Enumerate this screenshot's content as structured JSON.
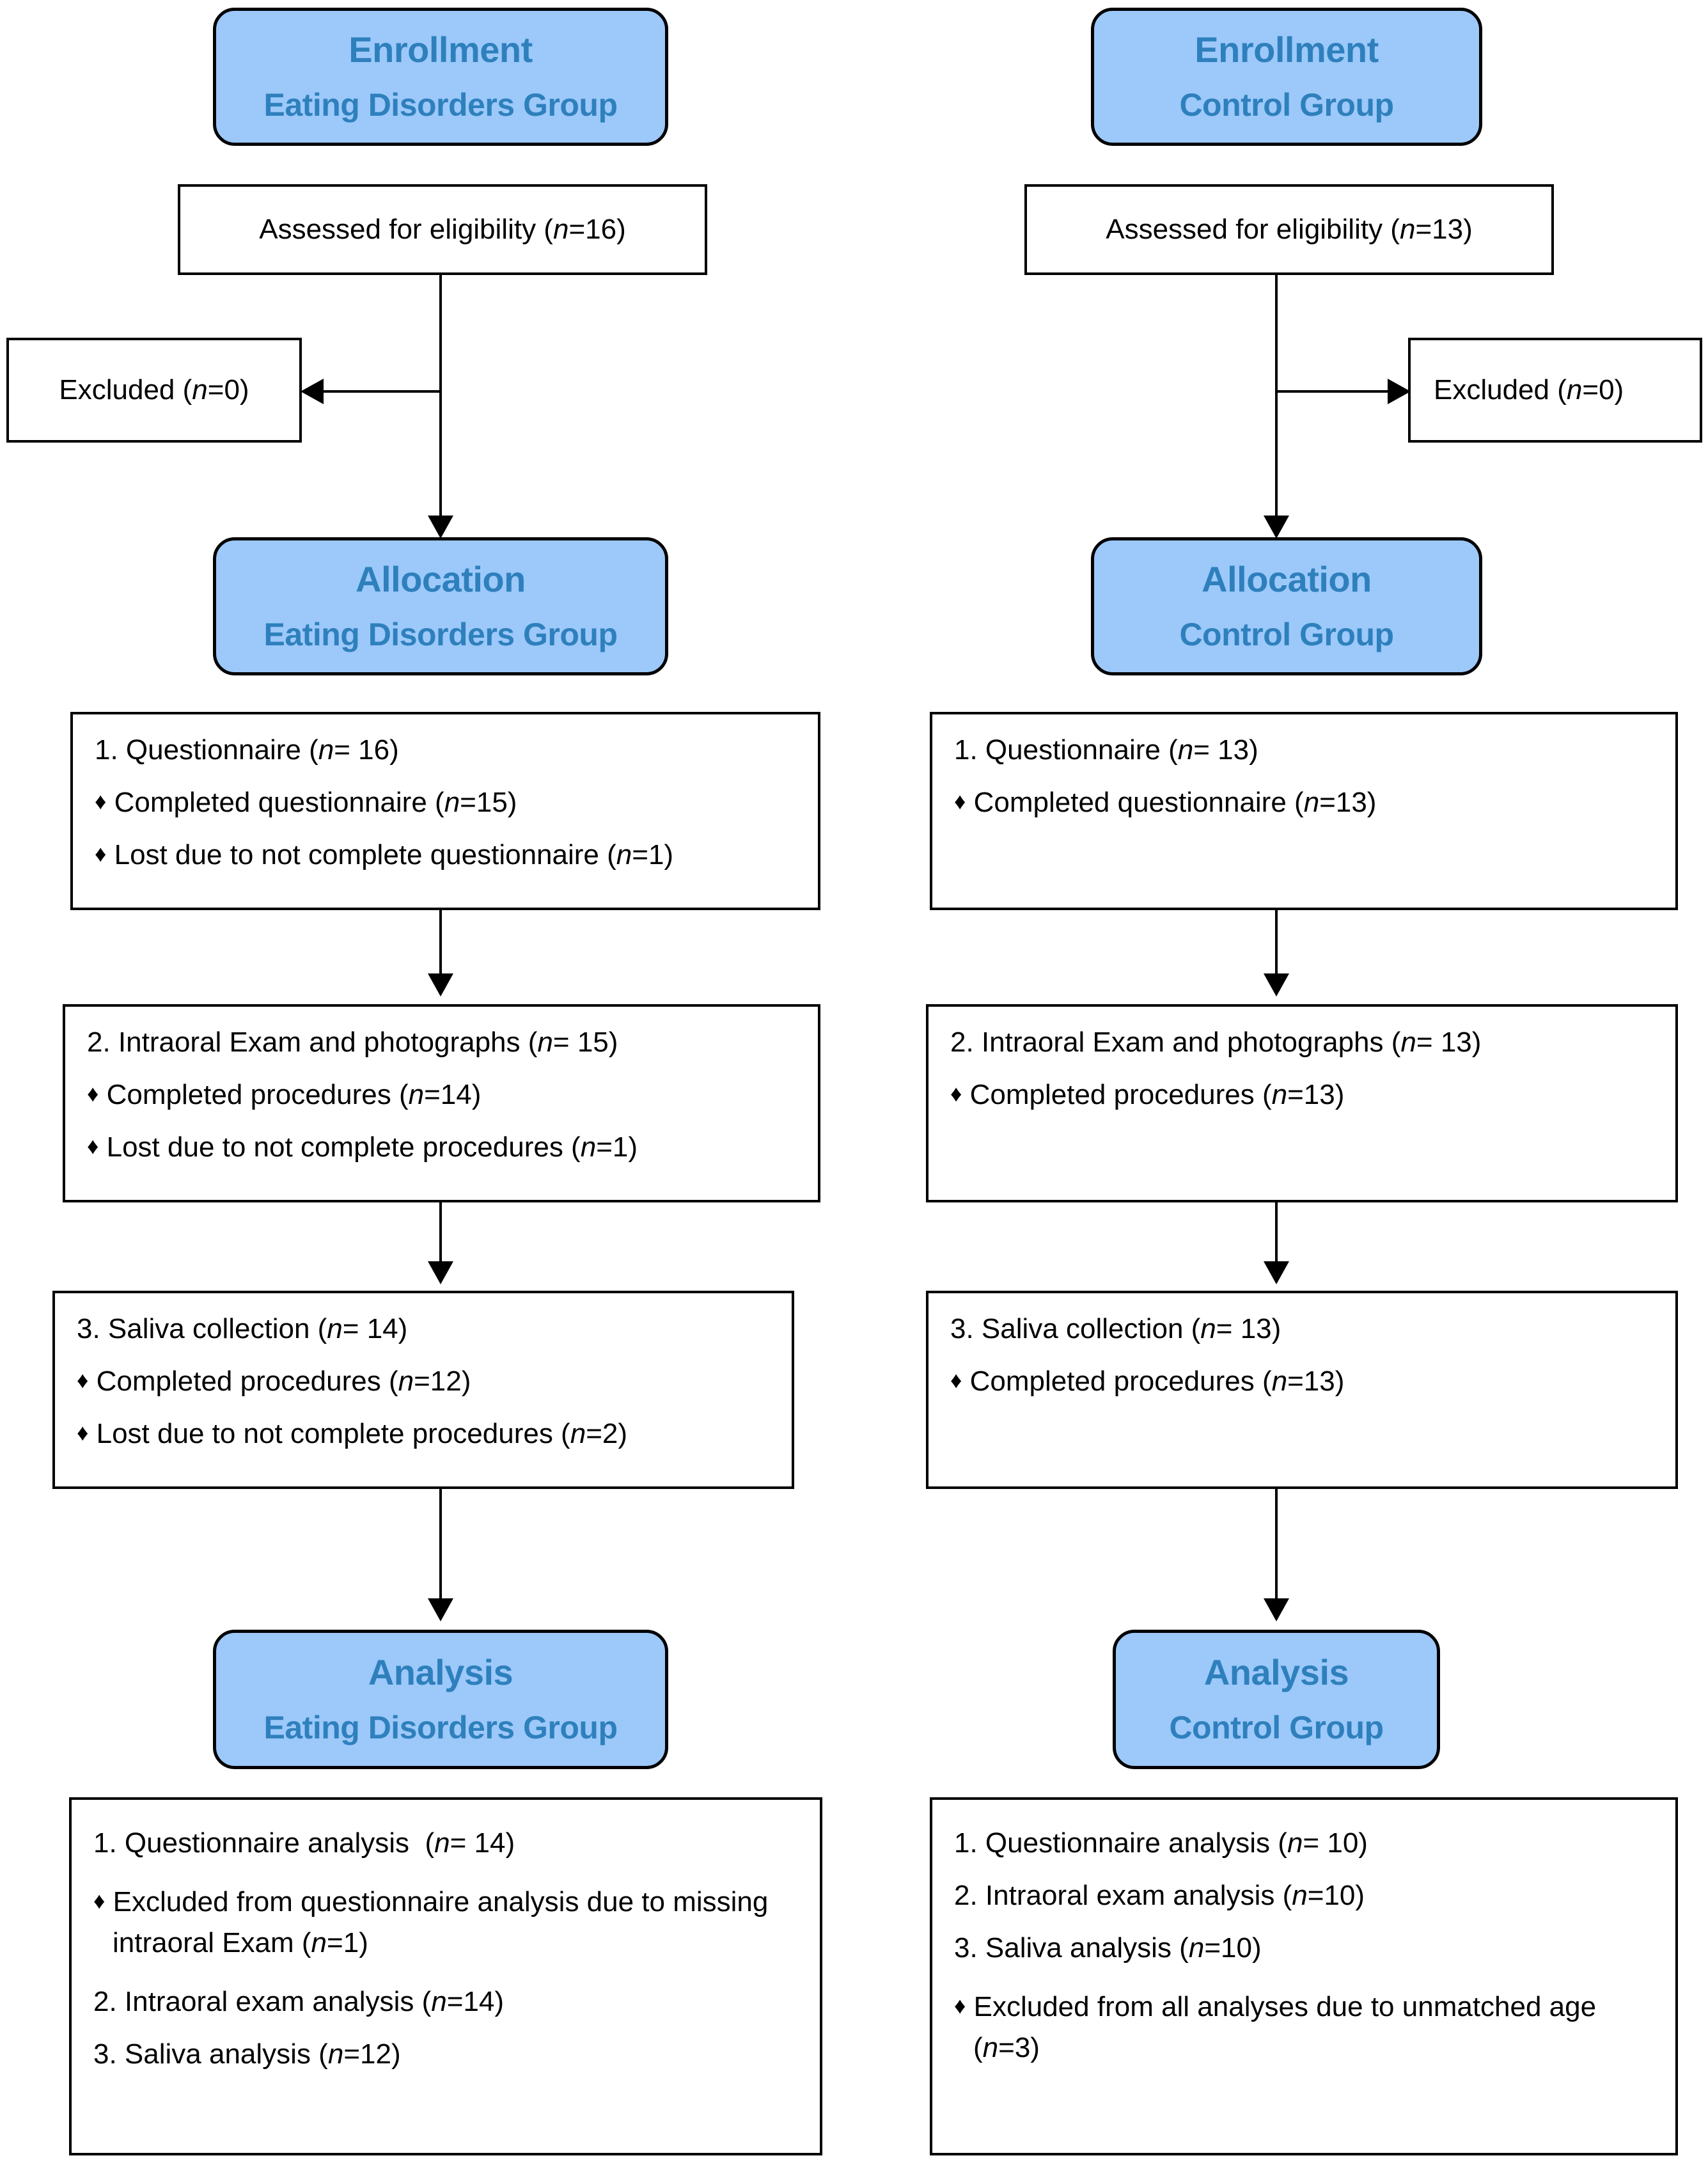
{
  "diagram": {
    "title": "CONSORT participant flow diagram",
    "colors": {
      "stage_fill": "#9CC8FA",
      "stage_text": "#2E80BC",
      "border": "#000000",
      "body_text": "#000000",
      "background": "#FFFFFF"
    },
    "bullet_glyph": "♦"
  },
  "left_column": {
    "group_name": "Eating Disorders Group",
    "enrollment": {
      "stage": "Enrollment",
      "group": "Eating Disorders Group"
    },
    "assessed": {
      "text": "Assessed for eligibility (",
      "n_label": "n",
      "n_value": "=16)"
    },
    "excluded": {
      "text": "Excluded (",
      "n_label": "n",
      "n_value": "=0)"
    },
    "allocation": {
      "stage": "Allocation",
      "group": "Eating Disorders Group"
    },
    "step1": {
      "heading_a": "1. Questionnaire (",
      "heading_n": "n",
      "heading_b": "= 16)",
      "b1_a": "Completed questionnaire (",
      "b1_n": "n",
      "b1_b": "=15)",
      "b2_a": "Lost due to not complete questionnaire (",
      "b2_n": "n",
      "b2_b": "=1)"
    },
    "step2": {
      "heading_a": "2. Intraoral Exam and photographs (",
      "heading_n": "n",
      "heading_b": "= 15)",
      "b1_a": "Completed procedures (",
      "b1_n": "n",
      "b1_b": "=14)",
      "b2_a": "Lost due to not complete procedures (",
      "b2_n": "n",
      "b2_b": "=1)"
    },
    "step3": {
      "heading_a": "3. Saliva collection (",
      "heading_n": "n",
      "heading_b": "= 14)",
      "b1_a": "Completed procedures (",
      "b1_n": "n",
      "b1_b": "=12)",
      "b2_a": "Lost due to not complete procedures (",
      "b2_n": "n",
      "b2_b": "=2)"
    },
    "analysis_stage": {
      "stage": "Analysis",
      "group": "Eating Disorders Group"
    },
    "analysis": {
      "r1_a": "1. Questionnaire analysis  (",
      "r1_n": "n",
      "r1_b": "= 14)",
      "r2_a": "Excluded from questionnaire analysis due to missing intraoral Exam (",
      "r2_n": "n",
      "r2_b": "=1)",
      "r3_a": "2. Intraoral exam analysis (",
      "r3_n": "n",
      "r3_b": "=14)",
      "r4_a": "3. Saliva analysis (",
      "r4_n": "n",
      "r4_b": "=12)"
    }
  },
  "right_column": {
    "group_name": "Control Group",
    "enrollment": {
      "stage": "Enrollment",
      "group": "Control Group"
    },
    "assessed": {
      "text": "Assessed for eligibility (",
      "n_label": "n",
      "n_value": "=13)"
    },
    "excluded": {
      "text": "Excluded (",
      "n_label": "n",
      "n_value": "=0)"
    },
    "allocation": {
      "stage": "Allocation",
      "group": "Control Group"
    },
    "step1": {
      "heading_a": "1. Questionnaire (",
      "heading_n": "n",
      "heading_b": "= 13)",
      "b1_a": "Completed questionnaire (",
      "b1_n": "n",
      "b1_b": "=13)"
    },
    "step2": {
      "heading_a": "2. Intraoral Exam and photographs (",
      "heading_n": "n",
      "heading_b": "= 13)",
      "b1_a": "Completed procedures (",
      "b1_n": "n",
      "b1_b": "=13)"
    },
    "step3": {
      "heading_a": "3. Saliva collection (",
      "heading_n": "n",
      "heading_b": "= 13)",
      "b1_a": "Completed procedures (",
      "b1_n": "n",
      "b1_b": "=13)"
    },
    "analysis_stage": {
      "stage": "Analysis",
      "group": "Control Group"
    },
    "analysis": {
      "r1_a": "1. Questionnaire analysis (",
      "r1_n": "n",
      "r1_b": "= 10)",
      "r2_a": "2. Intraoral exam analysis (",
      "r2_n": "n",
      "r2_b": "=10)",
      "r3_a": "3. Saliva analysis (",
      "r3_n": "n",
      "r3_b": "=10)",
      "r4_a": "Excluded from all analyses due to unmatched age (",
      "r4_n": "n",
      "r4_b": "=3)"
    }
  }
}
